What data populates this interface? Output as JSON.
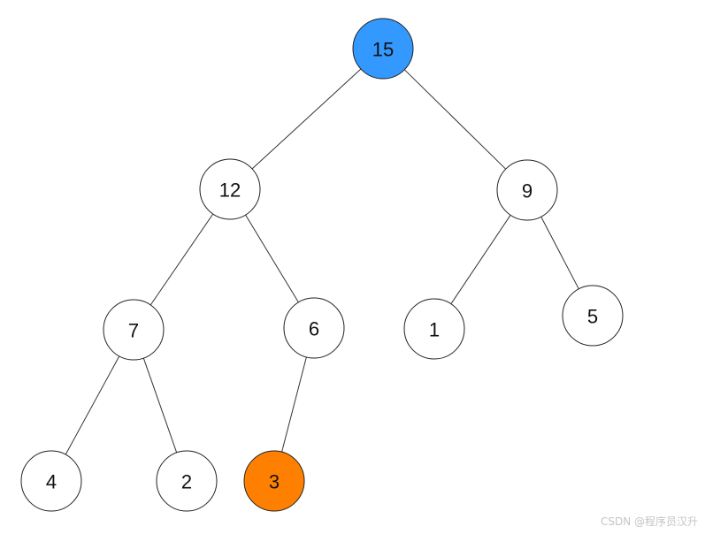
{
  "tree": {
    "nodes": [
      {
        "id": "n15",
        "label": "15",
        "fill": "#3399ff"
      },
      {
        "id": "n12",
        "label": "12",
        "fill": "#ffffff"
      },
      {
        "id": "n9",
        "label": "9",
        "fill": "#ffffff"
      },
      {
        "id": "n7",
        "label": "7",
        "fill": "#ffffff"
      },
      {
        "id": "n6",
        "label": "6",
        "fill": "#ffffff"
      },
      {
        "id": "n1",
        "label": "1",
        "fill": "#ffffff"
      },
      {
        "id": "n5",
        "label": "5",
        "fill": "#ffffff"
      },
      {
        "id": "n4",
        "label": "4",
        "fill": "#ffffff"
      },
      {
        "id": "n2",
        "label": "2",
        "fill": "#ffffff"
      },
      {
        "id": "n3",
        "label": "3",
        "fill": "#ff8000"
      }
    ],
    "edges": [
      {
        "from": "n15",
        "to": "n12"
      },
      {
        "from": "n15",
        "to": "n9"
      },
      {
        "from": "n12",
        "to": "n7"
      },
      {
        "from": "n12",
        "to": "n6"
      },
      {
        "from": "n9",
        "to": "n1"
      },
      {
        "from": "n9",
        "to": "n5"
      },
      {
        "from": "n7",
        "to": "n4"
      },
      {
        "from": "n7",
        "to": "n2"
      },
      {
        "from": "n6",
        "to": "n3"
      }
    ]
  },
  "watermark": "CSDN @程序员汉升"
}
